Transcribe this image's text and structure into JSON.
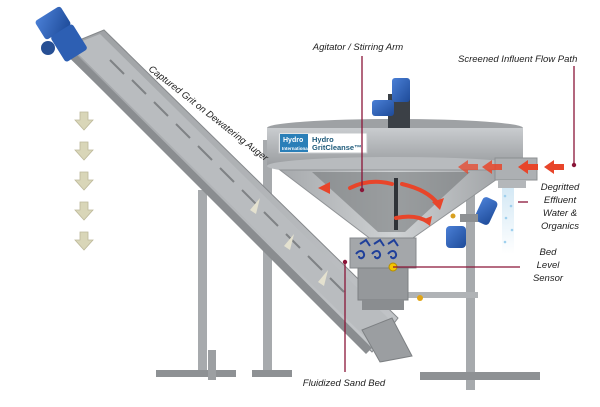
{
  "labels": {
    "auger": "Captured Grit on Dewatering Auger",
    "agitator": "Agitator / Stirring Arm",
    "influent": "Screened Influent Flow Path",
    "effluent": [
      "Degritted",
      "Effluent",
      "Water &",
      "Organics"
    ],
    "sensor": [
      "Bed",
      "Level",
      "Sensor"
    ],
    "sandbed": "Fluidized Sand Bed"
  },
  "brand": {
    "logo_top": "Hydro",
    "logo_bottom": "International",
    "product_top": "Hydro",
    "product_bottom": "GritCleanse™"
  },
  "colors": {
    "steel": "#b3b6b9",
    "steel_dark": "#8e9194",
    "motor_blue": "#2d5fb3",
    "flow_red": "#e8452a",
    "leader": "#8a1538",
    "brand_blue": "#2a7fb8",
    "grit_arrow": "#d9d6b8",
    "sensor_yellow": "#f5c400"
  }
}
